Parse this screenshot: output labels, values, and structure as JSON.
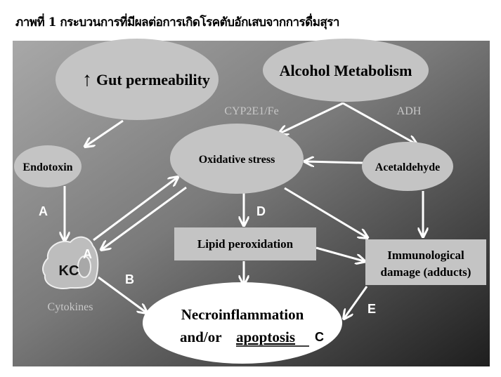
{
  "caption": "ภาพที่ 1 กระบวนการที่มีผลต่อการเกิดโรคตับอักเสบจากการดื่มสุรา",
  "nodes": {
    "gut_arrow": "↑",
    "gut": "Gut permeability",
    "alcohol": "Alcohol Metabolism",
    "endotoxin": "Endotoxin",
    "oxidative": "Oxidative stress",
    "acetaldehyde": "Acetaldehyde",
    "lipid": "Lipid peroxidation",
    "immuno_line1": "Immunological",
    "immuno_line2": "damage (adducts)",
    "necro_line1": "Necroinflammation",
    "necro_line2_prefix": "and/or",
    "necro_line2_underlined": "apoptosis",
    "kc": "KC"
  },
  "edge_labels": {
    "cyp": "CYP2E1/Fe",
    "adh": "ADH",
    "cytokines": "Cytokines",
    "A": "A",
    "B": "B",
    "C": "C",
    "D": "D",
    "E": "E"
  },
  "colors": {
    "node_fill": "#c4c4c4",
    "outcome_fill": "#ffffff",
    "arrow": "#ffffff"
  }
}
